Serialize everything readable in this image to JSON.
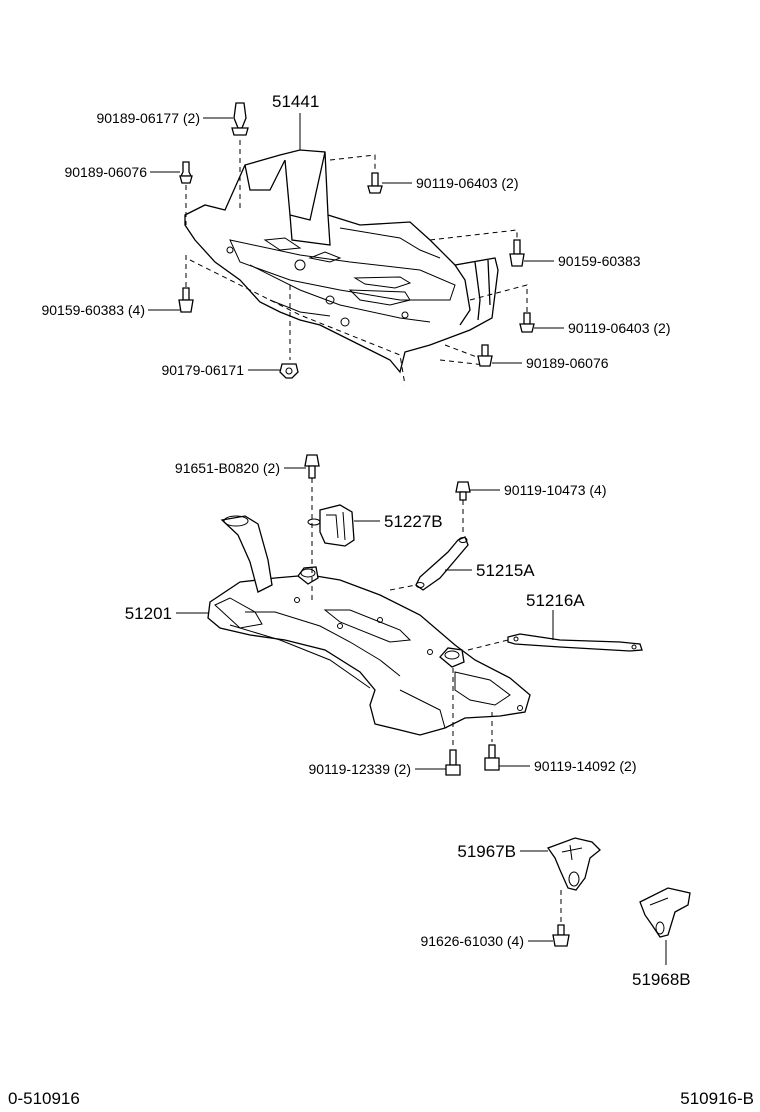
{
  "callouts": {
    "c1": "90189-06177 (2)",
    "c2": "51441",
    "c3": "90189-06076",
    "c4": "90119-06403 (2)",
    "c5": "90159-60383",
    "c6": "90159-60383 (4)",
    "c7": "90119-06403 (2)",
    "c8": "90179-06171",
    "c9": "90189-06076",
    "c10": "91651-B0820 (2)",
    "c11": "90119-10473 (4)",
    "c12": "51227B",
    "c13": "51215A",
    "c14": "51201",
    "c15": "51216A",
    "c16": "90119-12339 (2)",
    "c17": "90119-14092 (2)",
    "c18": "51967B",
    "c19": "91626-61030 (4)",
    "c20": "51968B"
  },
  "footer": {
    "left_code": "0-510916",
    "right_code": "510916-B"
  }
}
